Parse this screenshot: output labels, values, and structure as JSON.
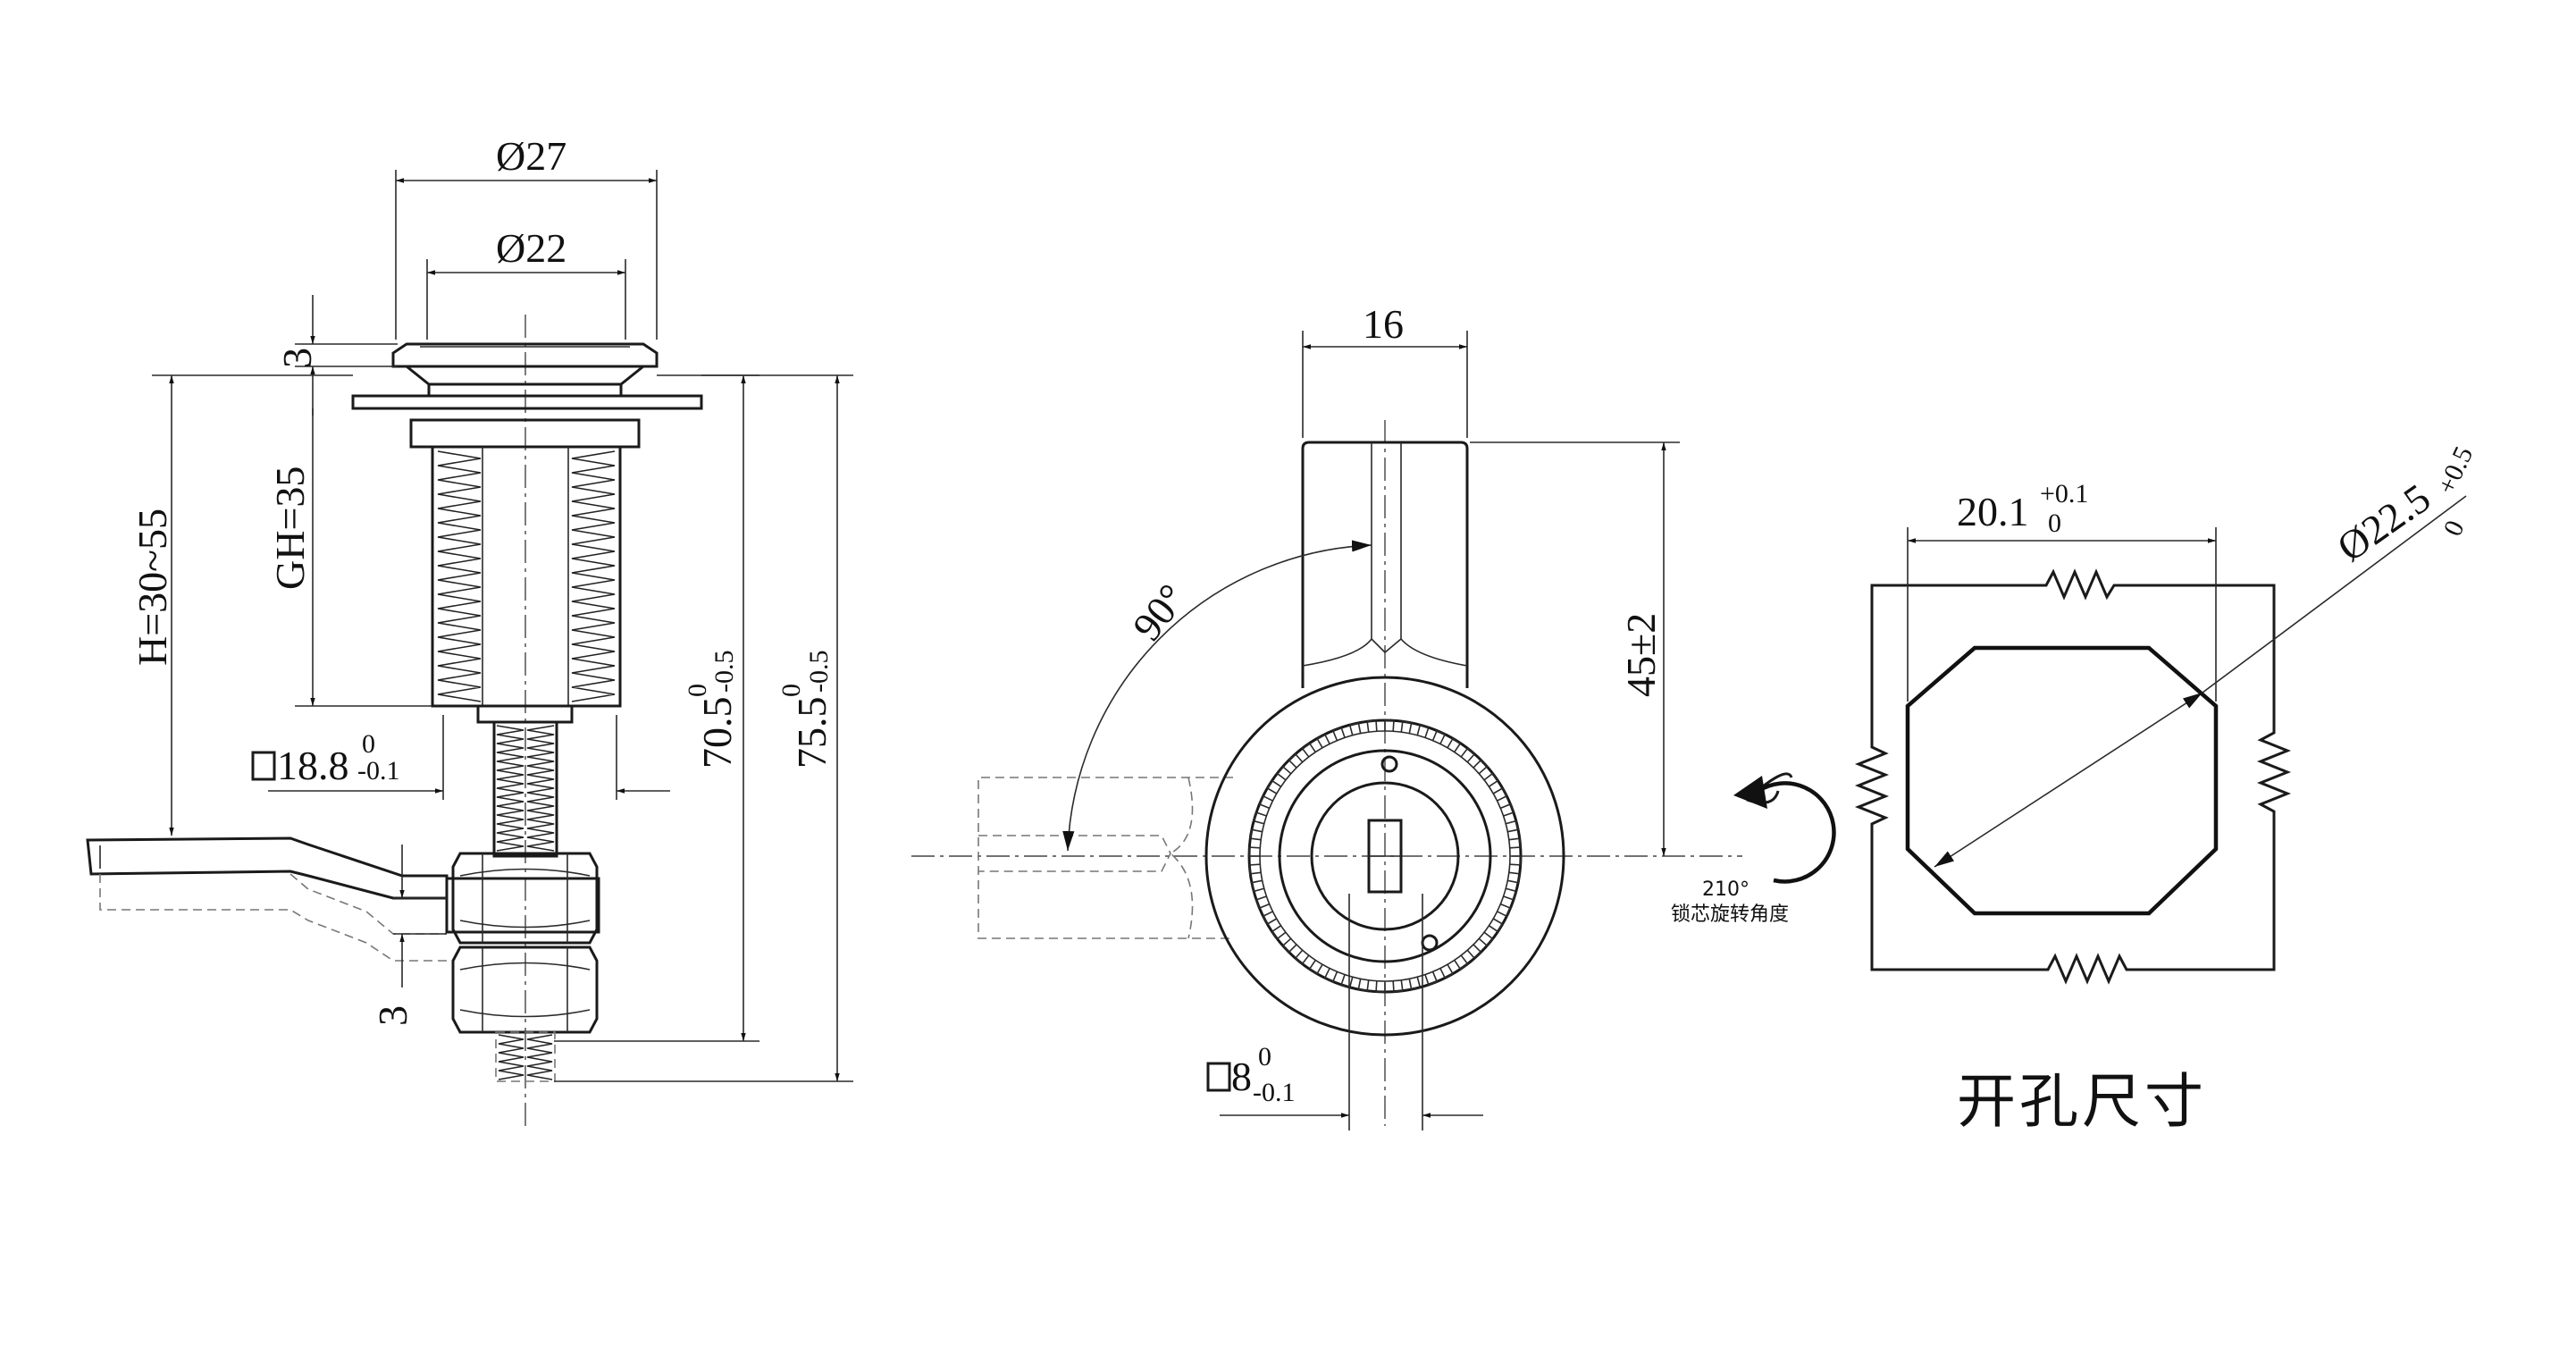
{
  "side_view": {
    "dia_outer": "Ø27",
    "dia_inner": "Ø22",
    "head_height": "3",
    "grip_height": "GH=35",
    "range": "H=30~55",
    "square_main": "18.8",
    "square_sup": "0",
    "square_sub": "-0.1",
    "len_a_main": "70.5",
    "len_a_sup": "0",
    "len_a_sub": "-0.5",
    "len_b_main": "75.5",
    "len_b_sup": "0",
    "len_b_sub": "-0.5",
    "cam_thickness": "3"
  },
  "front_view": {
    "width": "16",
    "angle": "90°",
    "cam_length": "45±2",
    "rotation_angle": "210°",
    "rotation_note": "锁芯旋转角度",
    "square_main": "8",
    "square_sup": "0",
    "square_sub": "-0.1"
  },
  "cutout": {
    "width_main": "20.1",
    "width_sup": "+0.1",
    "width_sub": "0",
    "diag_main": "Ø22.5",
    "diag_sup": "+0.5",
    "diag_sub": "0",
    "title": "开孔尺寸"
  },
  "colors": {
    "line": "#1a1a1a",
    "background": "#ffffff"
  }
}
